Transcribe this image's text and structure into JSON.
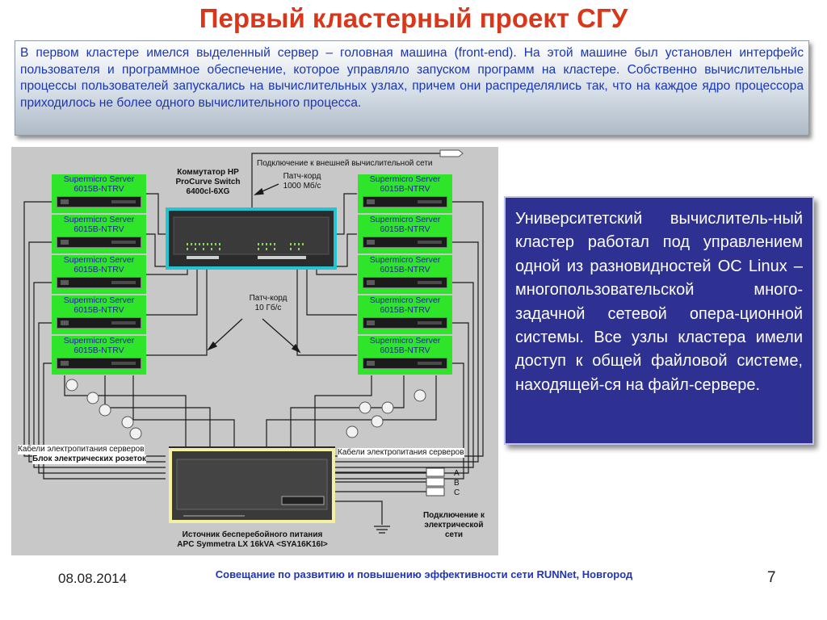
{
  "slide": {
    "title": "Первый кластерный проект СГУ",
    "intro": "В первом кластере имелся выделенный сервер – головная машина (front-end). На этой машине был установлен интерфейс пользователя и программное обеспечение, которое управляло запуском программ на кластере. Собственно вычислительные процессы пользователей запускались на вычислительных узлах, причем они распределялись так, что на каждое ядро процессора приходилось не более одного вычислительного процесса.",
    "side_text": "Университетский вычислитель-ный кластер работал под управлением одной из разновидностей ОС Linux – многопользовательской много-задачной сетевой опера-ционной системы. Все узлы кластера имели доступ к общей файловой системе, находящей-ся на файл-сервере."
  },
  "diagram": {
    "servers_left": [
      {
        "line1": "Supermicro Server",
        "line2": "6015B-NTRV"
      },
      {
        "line1": "Supermicro Server",
        "line2": "6015B-NTRV"
      },
      {
        "line1": "Supermicro Server",
        "line2": "6015B-NTRV"
      },
      {
        "line1": "Supermicro Server",
        "line2": "6015B-NTRV"
      },
      {
        "line1": "Supermicro Server",
        "line2": "6015B-NTRV"
      }
    ],
    "servers_right": [
      {
        "line1": "Supermicro Server",
        "line2": "6015B-NTRV"
      },
      {
        "line1": "Supermicro Server",
        "line2": "6015B-NTRV"
      },
      {
        "line1": "Supermicro Server",
        "line2": "6015B-NTRV"
      },
      {
        "line1": "Supermicro Server",
        "line2": "6015B-NTRV"
      },
      {
        "line1": "Supermicro Server",
        "line2": "6015B-NTRV"
      }
    ],
    "switch_label": [
      "Коммутатор HP",
      "ProCurve Switch",
      "6400cl-6XG"
    ],
    "external_link": "Подключение к внешней вычислительной сети",
    "patch_1000": [
      "Патч-корд",
      "1000 Мб/с"
    ],
    "patch_10g": [
      "Патч-корд",
      "10 Гб/с"
    ],
    "power_left": "Кабели электропитания серверов",
    "sockets": "Блок электрических розеток",
    "power_right": "Кабели электропитания серверов",
    "ups_label": [
      "Источник бесперебойного питания",
      "APC Symmetra LX 16kVA <SYA16K16I>"
    ],
    "grid_label": [
      "Подключение к",
      "электрической",
      "сети"
    ],
    "phases": [
      "A",
      "B",
      "C"
    ]
  },
  "footer": {
    "date": "08.08.2014",
    "note": "Совещание по развитию и повышению эффективности сети RUNNet, Новгород",
    "page": "7"
  },
  "colors": {
    "title": "#d9361a",
    "intro_text": "#1a36b8",
    "side_bg": "#2e3092",
    "server_green": "#2ee52a",
    "switch_border": "#22c3d3",
    "ups_border": "#f3f0a4"
  }
}
